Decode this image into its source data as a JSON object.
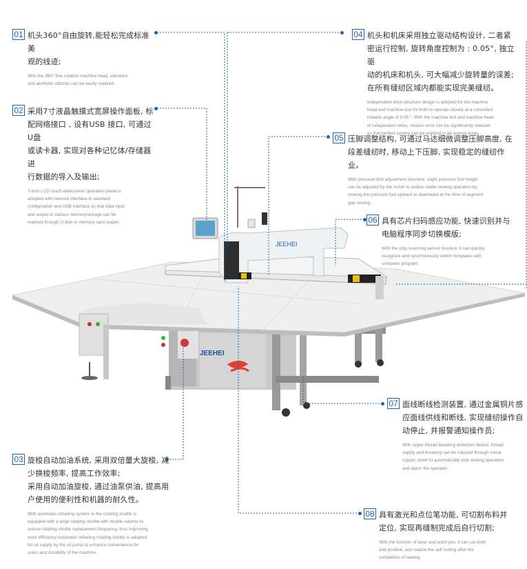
{
  "colors": {
    "accent": "#1e63b5",
    "text": "#333333",
    "subtext": "#888888",
    "table": "#eeeeee",
    "frame": "#9a9a9a"
  },
  "machine": {
    "brand_labels": [
      "JEEHEI",
      "JEEHEI"
    ]
  },
  "features": [
    {
      "num": "01",
      "zh": "机头360°自由旋转,能轻松完成标准美\n观的线迹;",
      "en": "With the 360° free rotation machine head, standard\nand aesthetic stitches can be easily realized."
    },
    {
      "num": "02",
      "zh": "采用7寸液晶触摸式宽屏操作面板, 标\n配网络接口 , 设有USB 接口, 可通过U盘\n或读卡器, 实现对各种记忆体/存储器进\n行数据的导入及输出;",
      "en": "7-inch LCD touch widescreen operation panel is\nadopted with network interface in standard\nconfiguration and USB interface so that data input\nand output to various memory/storage can be\nrealized through U disk or memory card reader;"
    },
    {
      "num": "03",
      "zh": "旋梭自动加油系统, 采用双倍量大旋梭, 减\n少换梭频率, 提高工作效率;\n采用自动加油旋梭, 通过油泵供油, 提高用\n户使用的便利性和机器的耐久性。",
      "en": "With automatic refueling system in the rotating shuttle is\nequipped with a large rotating shuttle with double volume to\nreduce rotating shuttle replacement frequency, thus improving\nwork efficiency;Automatic refueling rotating shuttle is adopted\nfor oil supply by the oil pump to enhance convenience for\nusers and durability of the machine."
    },
    {
      "num": "04",
      "zh": "机头和机床采用独立驱动结构设计, 二者紧\n密运行控制, 旋转角度控制为 : 0.05°, 独立驱\n动的机床和机头, 可大幅减少旋转量的误差;\n在所有缝纫区域内都能实现完美缝纫。",
      "en": "Independent drive structure design is adopted for the machine\nhead and machine tool for both to operate closely at a controlled\nrotation angle of 0.05 °. With the machine tool and machine head\nof independent drive, rotation error can be significantly reduced\nso that perfect sewing can be realized in all sewing areas."
    },
    {
      "num": "05",
      "zh": "压脚调整结构, 可通过马达细微调整压脚高度, 在\n段差缝纫时, 移动上下压脚, 实现稳定的缝纫作业。",
      "en": "With pressure foot adjustment structure, slight pressure foot height\ncan be adjusted by the motor to realize stable sewing operation by\nmoving the pressure foot upward or downward at the time of segment\ngap sewing."
    },
    {
      "num": "06",
      "zh": "具有芯片扫码感应功能, 快速识别并与\n电脑程序同步切换模版;",
      "en": "With the chip scanning sensor function, it can quickly\nrecognize and synchronously switch templates with\ncomputer program;"
    },
    {
      "num": "07",
      "zh": "面线断线检测装置, 通过金属铜片感\n应面线供线和断线, 实现缝纫操作自\n动停止, 并报警通知操作员;",
      "en": "With upper thread breaking detection device, thread\nsupply and breaking can be induced through metal\ncopper sheet to automatically stop sewing operation\nand alarm the operator;"
    },
    {
      "num": "08",
      "zh": "具有激光和点位笔功能, 可切割布料并\n定位, 实现再缝制完成后自行切割;",
      "en": "With the function of laser and point pen, it can cut cloth\nand position, and realize the self-cutting after the\ncompletion of sewing"
    }
  ]
}
